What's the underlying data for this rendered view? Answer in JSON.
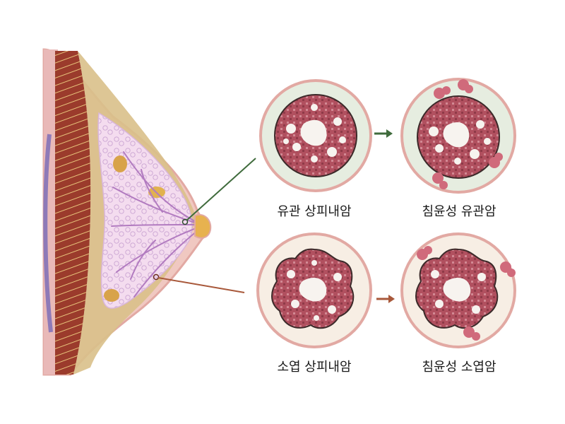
{
  "labels": {
    "ductal_in_situ": "유관 상피내암",
    "ductal_invasive": "침윤성 유관암",
    "lobular_in_situ": "소엽 상피내암",
    "lobular_invasive": "침윤성 소엽암"
  },
  "colors": {
    "skin_outline": "#e2a9a3",
    "muscle": "#9b3b2c",
    "fat_yellow": "#c9a75a",
    "gland_pink": "#f4dcef",
    "duct_purple": "#b27bc0",
    "cell_red": "#b1505f",
    "circle_bg_duct": "#e6ede0",
    "circle_bg_lobule": "#f7eee4",
    "arrow_duct": "#3f6b3c",
    "arrow_lobule": "#a8583a",
    "pointer_duct": "#3f6b3c",
    "pointer_lobule": "#a8583a"
  }
}
